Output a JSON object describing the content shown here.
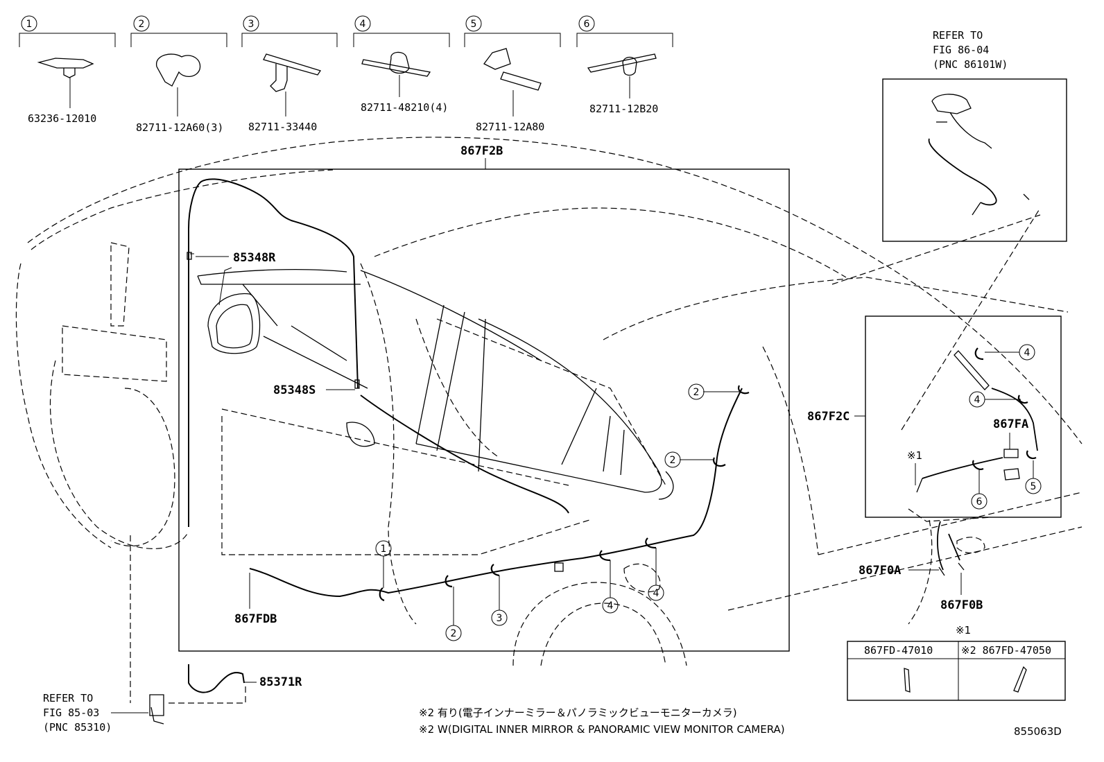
{
  "parts_row": [
    {
      "num": "1",
      "part": "63236-12010"
    },
    {
      "num": "2",
      "part": "82711-12A60(3)"
    },
    {
      "num": "3",
      "part": "82711-33440"
    },
    {
      "num": "4",
      "part": "82711-48210(4)"
    },
    {
      "num": "5",
      "part": "82711-12A80"
    },
    {
      "num": "6",
      "part": "82711-12B20"
    }
  ],
  "refer_top": {
    "line1": "REFER TO",
    "line2": "FIG 86-04",
    "line3": "(PNC 86101W)"
  },
  "refer_bottom": {
    "line1": "REFER TO",
    "line2": "FIG 85-03",
    "line3": "(PNC 85310)"
  },
  "labels": {
    "l867F2B": "867F2B",
    "l85348R": "85348R",
    "l85348S": "85348S",
    "l867FDB": "867FDB",
    "l85371R": "85371R",
    "l867F2C": "867F2C",
    "l867FA": "867FA",
    "l867F0A": "867F0A",
    "l867F0B": "867F0B",
    "mark1": "※1",
    "mark1_table": "※1"
  },
  "callouts": {
    "c2a": "2",
    "c2b": "2",
    "c2c": "2",
    "c1": "1",
    "c3": "3",
    "c4a": "4",
    "c4b": "4",
    "r4a": "4",
    "r4b": "4",
    "r5": "5",
    "r6": "6"
  },
  "table": {
    "col1": "867FD-47010",
    "col2": "※2 867FD-47050"
  },
  "notes": {
    "jp": "※2 有り(電子インナーミラー＆パノラミックビューモニターカメラ)",
    "en": "※2 W(DIGITAL INNER MIRROR & PANORAMIC VIEW MONITOR CAMERA)"
  },
  "figure_id": "855063D"
}
